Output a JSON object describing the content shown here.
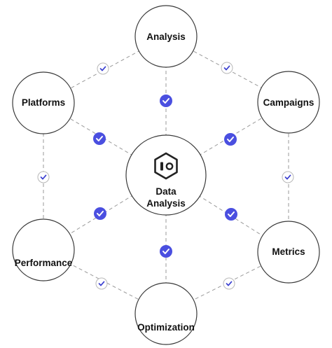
{
  "diagram": {
    "center": {
      "label_line1": "Data",
      "label_line2": "Analysis",
      "logo_icon": "hexagon-logo-icon"
    },
    "nodes": [
      {
        "id": "analysis",
        "label": "Analysis"
      },
      {
        "id": "campaigns",
        "label": "Campaigns"
      },
      {
        "id": "metrics",
        "label": "Metrics"
      },
      {
        "id": "optimization",
        "label": "Optimization"
      },
      {
        "id": "performance",
        "label": "Performance"
      },
      {
        "id": "platforms",
        "label": "Platforms"
      }
    ],
    "badges": {
      "inner_style": "filled",
      "outer_style": "outlined",
      "icon": "check-icon"
    },
    "colors": {
      "badge_fill": "#4a4fe0",
      "outline_badge_check": "#3a3fd0",
      "line": "#9a9a9a",
      "circle_stroke": "#3a3a3a",
      "logo": "#222222"
    }
  }
}
